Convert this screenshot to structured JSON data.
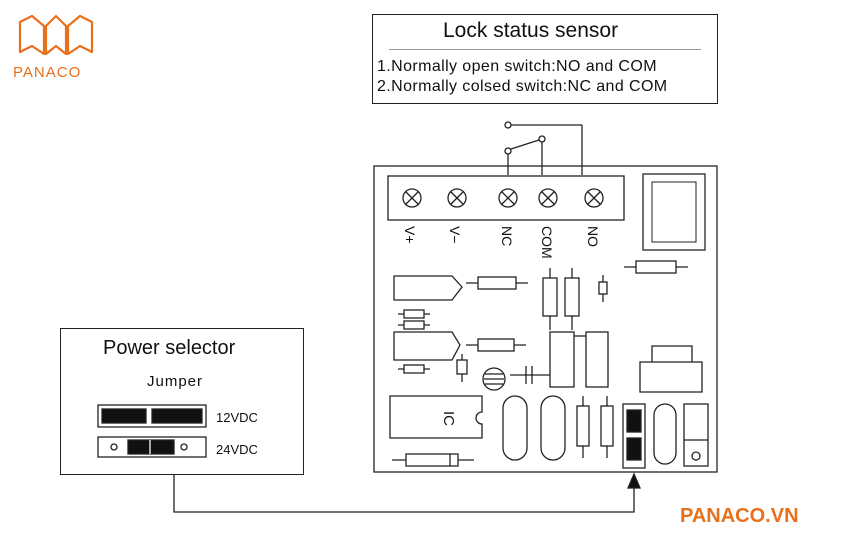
{
  "brand": {
    "logo_text": "PANACO",
    "site": "PANACO.VN",
    "accent": "#e8701a"
  },
  "lock_sensor": {
    "title": "Lock status sensor",
    "line1": "1.Normally open switch:NO and COM",
    "line2": "2.Normally colsed switch:NC and COM"
  },
  "power_selector": {
    "title": "Power selector",
    "subtitle": "Jumper",
    "option1": "12VDC",
    "option2": "24VDC"
  },
  "board": {
    "terminals": [
      "V+",
      "V−",
      "NC",
      "COM",
      "NO"
    ],
    "ic_label": "IC"
  }
}
